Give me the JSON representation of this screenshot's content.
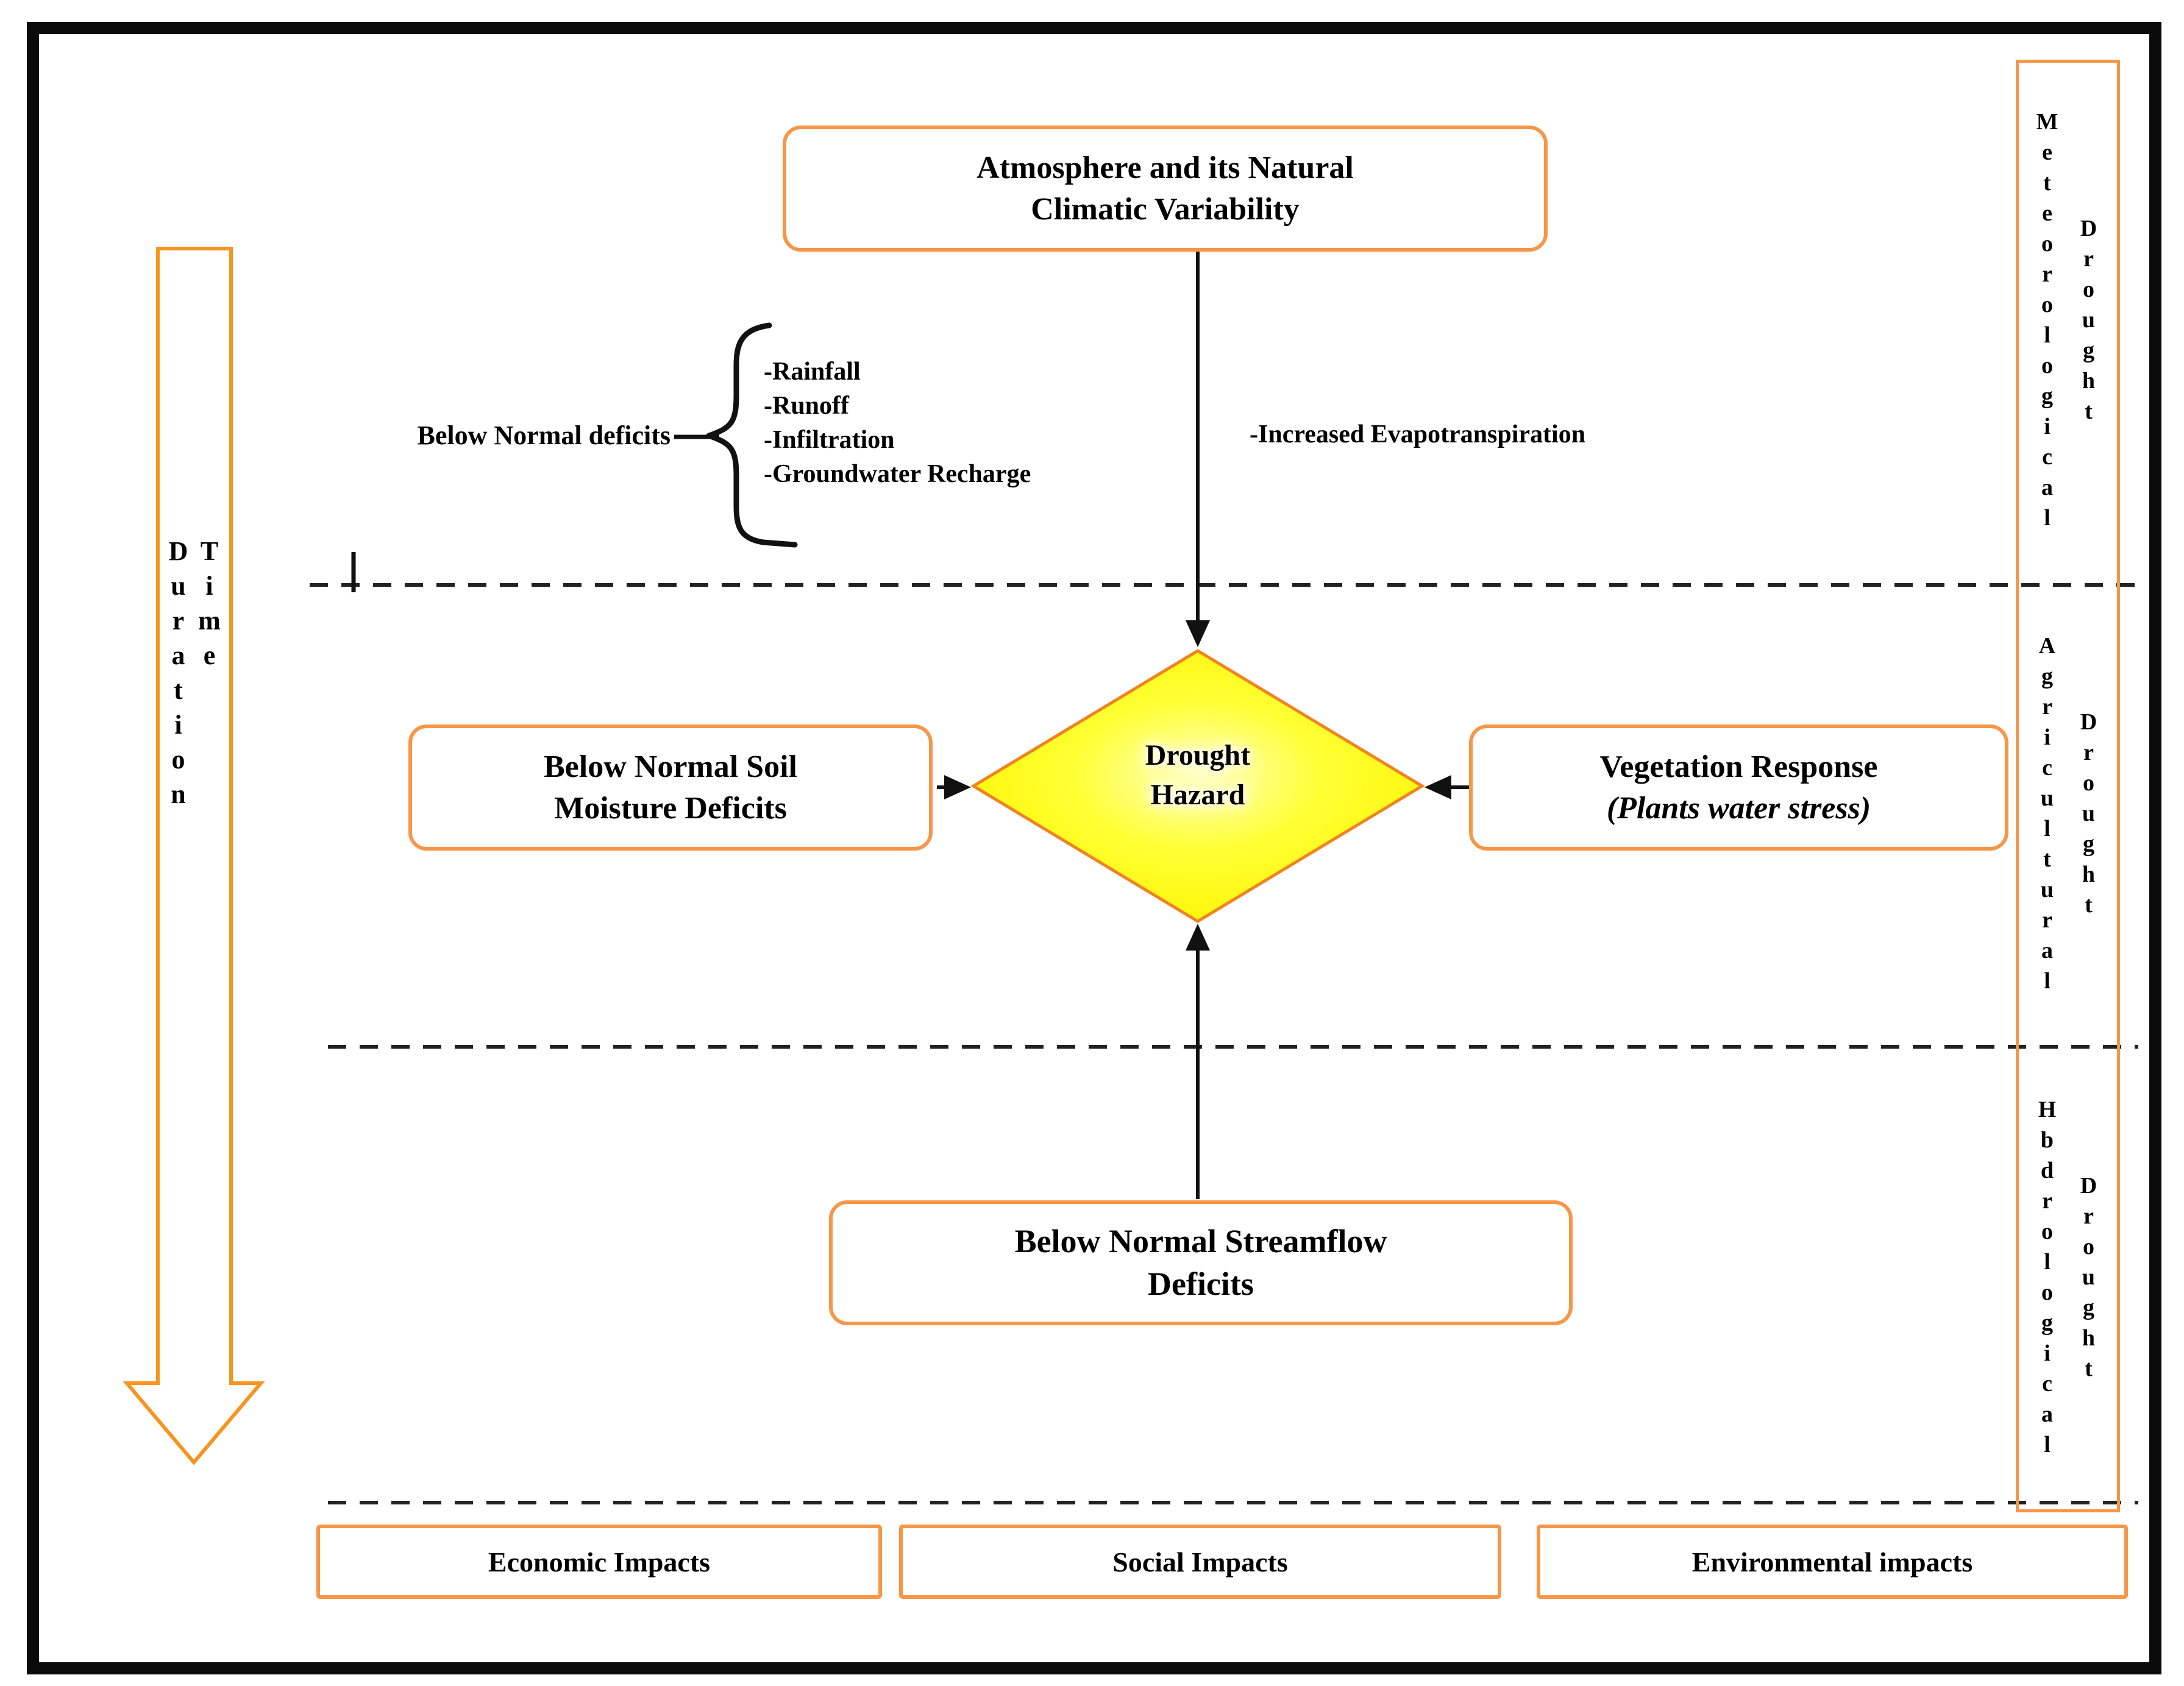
{
  "colors": {
    "accent_orange": "#F79646",
    "diamond_fill": "#FFF400",
    "diamond_stroke": "#F08320",
    "frame_black": "#0a0a0a",
    "line_black": "#111111"
  },
  "top_box": {
    "line1": "Atmosphere and its Natural",
    "line2": "Climatic Variability"
  },
  "deficits": {
    "label": "Below Normal deficits",
    "items": [
      "-Rainfall",
      "-Runoff",
      "-Infiltration",
      "-Groundwater Recharge"
    ]
  },
  "evapotranspiration": {
    "label": "-Increased Evapotranspiration"
  },
  "diamond": {
    "line1": "Drought",
    "line2": "Hazard"
  },
  "soil_box": {
    "line1": "Below Normal Soil",
    "line2": "Moisture Deficits"
  },
  "vegetation_box": {
    "line1": "Vegetation Response",
    "line2": "(Plants water stress)"
  },
  "streamflow_box": {
    "line1": "Below Normal Streamflow",
    "line2": "Deficits"
  },
  "impacts": {
    "economic": "Economic Impacts",
    "social": "Social Impacts",
    "environmental": "Environmental impacts"
  },
  "time_arrow": {
    "label": "Time Duration"
  },
  "drought_types": {
    "meteorological": {
      "category": "Meteorological",
      "word": "Drought"
    },
    "agricultural": {
      "category": "Agricultural",
      "word": "Drought"
    },
    "hydrological": {
      "category": "Hbdrological",
      "word": "Drought"
    }
  }
}
